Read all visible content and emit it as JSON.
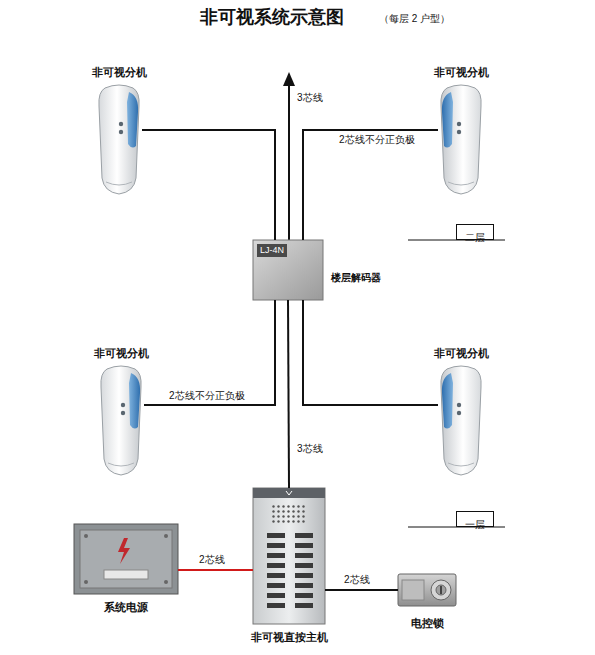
{
  "diagram": {
    "title": "非可视系统示意图",
    "nodes": [
      {
        "text": [
          "非可视分机"
        ]
      },
      {
        "text": [
          "非可视分机"
        ]
      },
      {
        "text": [
          "二层"
        ]
      },
      {
        "text": [
          "LJ-4N",
          "楼层解码器"
        ]
      },
      {
        "text": [
          "非可视分机"
        ]
      },
      {
        "text": [
          "非可视分机"
        ]
      },
      {
        "text": [
          "一层"
        ]
      },
      {
        "text": [
          "系统电源"
        ]
      },
      {
        "text": [
          "非可视直按主机"
        ]
      },
      {
        "text": [
          "电控锁"
        ]
      }
    ],
    "edges": [
      {
        "from": 0,
        "to": 3,
        "arrow": "none"
      },
      {
        "from": 1,
        "to": 3,
        "label": "2芯线不分正负极",
        "arrow": "none"
      },
      {
        "from": 4,
        "to": 3,
        "label": "2芯线不分正负极",
        "arrow": "none"
      },
      {
        "from": 5,
        "to": 3,
        "arrow": "none"
      },
      {
        "from": 8,
        "to": 3,
        "label": "3芯线",
        "arrow": "none"
      },
      {
        "from": 7,
        "to": 8,
        "label": "2芯线",
        "arrow": "none"
      },
      {
        "from": 8,
        "to": 9,
        "label": "2芯线",
        "arrow": "none"
      }
    ],
    "labels": [
      "（每层 2 户型）",
      "3芯线"
    ]
  }
}
